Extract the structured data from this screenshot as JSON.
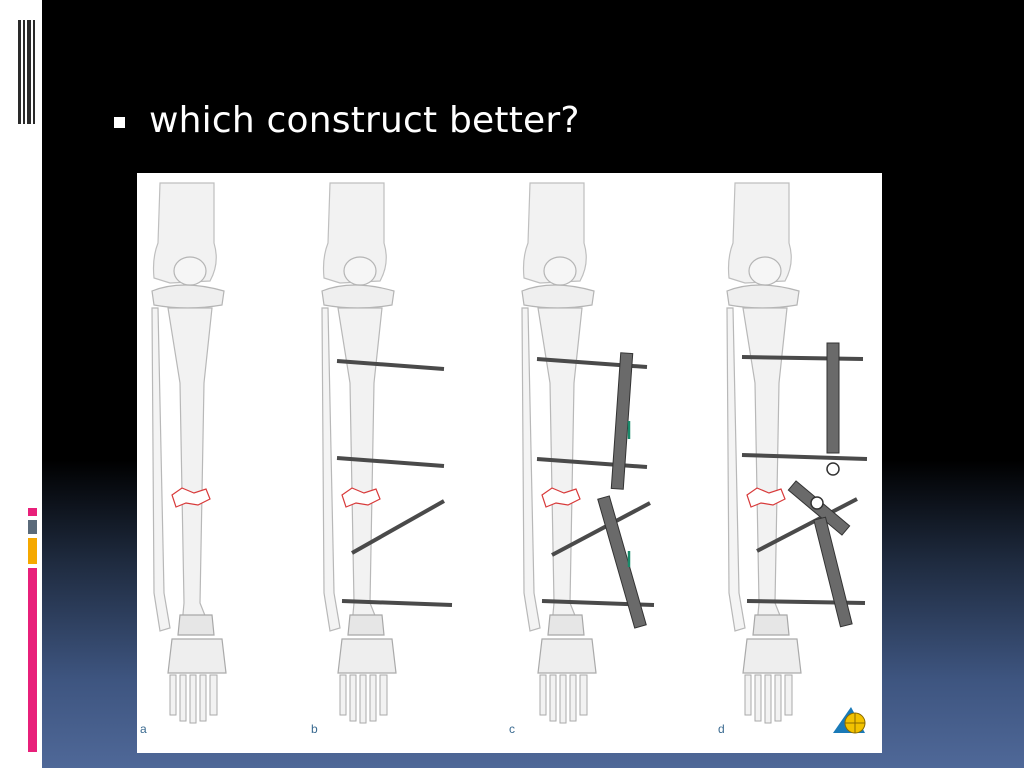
{
  "slide": {
    "title": "which construct better?"
  },
  "figure": {
    "panels": [
      {
        "label": "a"
      },
      {
        "label": "b"
      },
      {
        "label": "c"
      },
      {
        "label": "d"
      }
    ]
  },
  "colors": {
    "accent_pink": "#e8207a",
    "accent_orange": "#f5a800",
    "accent_gray": "#5a6a7a",
    "fracture_outline": "#d83a3a",
    "frame_bar": "#6a6a6a"
  },
  "icons": [
    "bullet-square-icon",
    "globe-logo-icon"
  ]
}
